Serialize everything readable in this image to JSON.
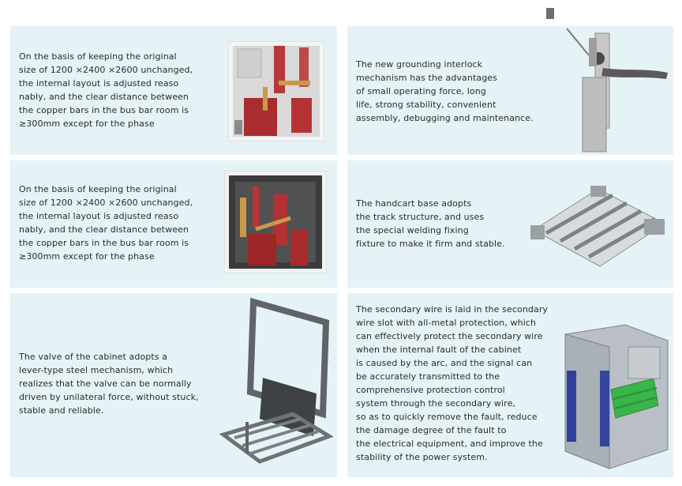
{
  "cards": {
    "c1": {
      "text": "On the basis of keeping the original\nsize of 1200 ×2400 ×2600 unchanged,\nthe internal layout is adjusted reaso\nnably, and the clear distance between\nthe copper bars in the bus bar room is\n≥300mm except for the phase"
    },
    "c2": {
      "text": "The new grounding interlock\nmechanism has the advantages\nof small operating force, long\n life, strong stability, convenient\nassembly, debugging and maintenance."
    },
    "c3": {
      "text": "On the basis of keeping the original\nsize of 1200 ×2400 ×2600 unchanged,\nthe internal layout is adjusted reaso\nnably, and the clear distance between\nthe copper bars in the bus bar room is\n≥300mm except for the phase"
    },
    "c4": {
      "text": "The handcart base adopts\n the track structure, and uses\nthe special welding fixing\nfixture to make it firm and stable."
    },
    "c5": {
      "text": "The valve of the cabinet adopts a\nlever-type steel mechanism, which\nrealizes that the valve can be normally\ndriven by unilateral force, without stuck,\nstable and reliable."
    },
    "c6": {
      "text": "The secondary wire is laid in the secondary\nwire slot with all-metal protection, which\ncan effectively protect the secondary wire\nwhen the internal fault of the cabinet\nis caused by the arc, and the signal can\nbe accurately transmitted to the\ncomprehensive protection control\nsystem through the secondary wire,\nso as to quickly remove the fault, reduce\nthe damage degree of the fault to\nthe electrical equipment, and improve the\nstability of the power system."
    }
  }
}
